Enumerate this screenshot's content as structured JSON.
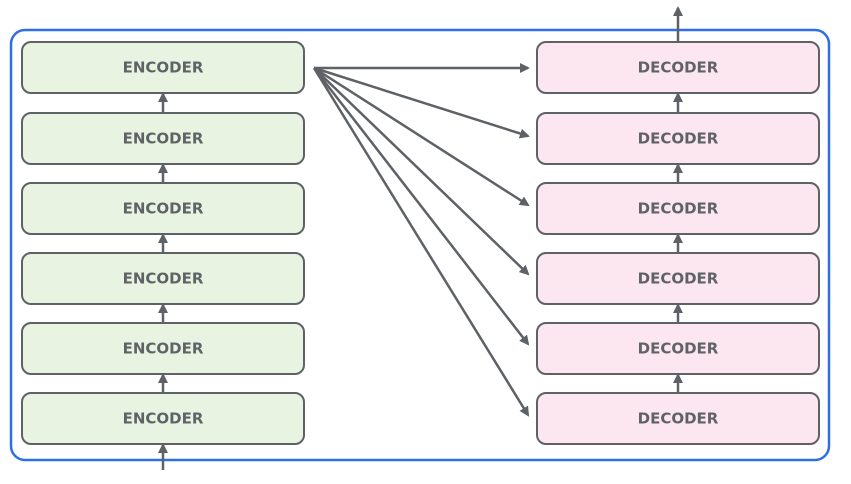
{
  "diagram": {
    "encoders": [
      "ENCODER",
      "ENCODER",
      "ENCODER",
      "ENCODER",
      "ENCODER",
      "ENCODER"
    ],
    "decoders": [
      "DECODER",
      "DECODER",
      "DECODER",
      "DECODER",
      "DECODER",
      "DECODER"
    ]
  },
  "colors": {
    "frame": "#2f6fe4",
    "encoder_fill": "#e9f3e1",
    "decoder_fill": "#fce6ef",
    "block_stroke": "#5e6266",
    "arrow": "#5e6266",
    "label": "#5f6368"
  }
}
